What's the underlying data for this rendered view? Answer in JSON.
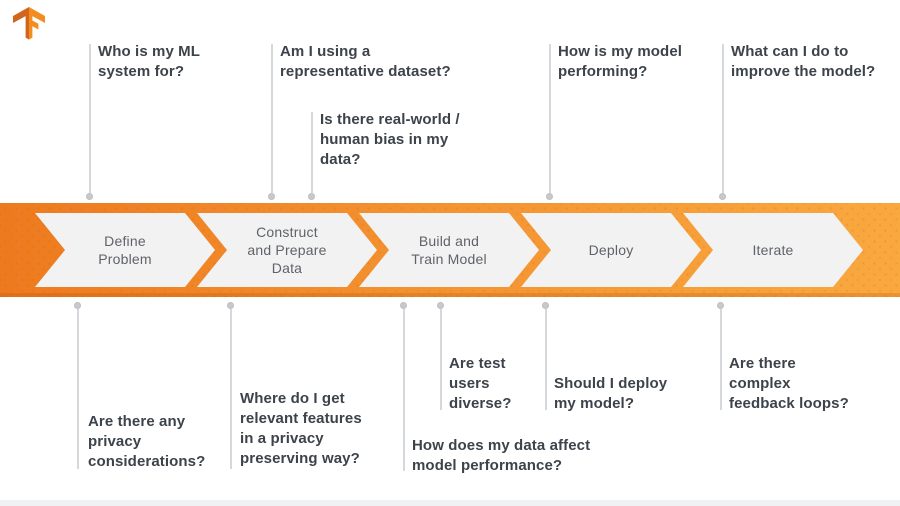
{
  "logo": {
    "icon": "tensorflow-logo"
  },
  "pipeline": {
    "stages": [
      {
        "label": "Define\nProblem"
      },
      {
        "label": "Construct\nand Prepare\nData"
      },
      {
        "label": "Build and\nTrain Model"
      },
      {
        "label": "Deploy"
      },
      {
        "label": "Iterate"
      }
    ]
  },
  "questions_above": [
    {
      "text": "Who is my ML\nsystem for?"
    },
    {
      "text": "Am I using a\nrepresentative dataset?"
    },
    {
      "text": "Is there real-world /\nhuman bias in my\ndata?"
    },
    {
      "text": "How is my model\nperforming?"
    },
    {
      "text": "What can I do to\nimprove the model?"
    }
  ],
  "questions_below": [
    {
      "text": "Are there any\nprivacy\nconsiderations?"
    },
    {
      "text": "Where do I get\nrelevant features\nin a privacy\npreserving way?"
    },
    {
      "text": "How does my data affect\nmodel performance?"
    },
    {
      "text": "Are test\nusers\ndiverse?"
    },
    {
      "text": "Should I deploy\nmy model?"
    },
    {
      "text": "Are there\ncomplex\nfeedback loops?"
    }
  ],
  "colors": {
    "band_gradient_start": "#ed7a1e",
    "band_gradient_end": "#f9a83f",
    "chevron_fill": "#f2f2f3",
    "stage_text": "#5f6368",
    "question_text": "#3d434b",
    "leader_line": "#d6d8db",
    "leader_dot": "#c7cacd",
    "logo_dark": "#d2641c",
    "logo_light": "#f28e21"
  }
}
